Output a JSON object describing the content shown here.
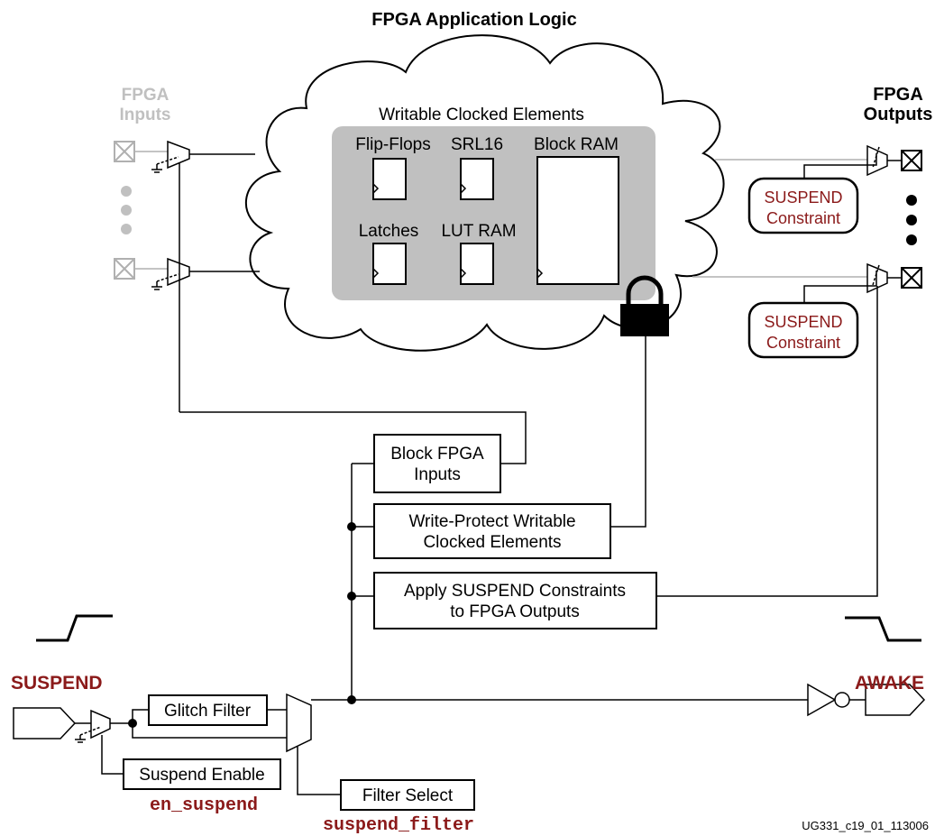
{
  "diagram": {
    "title": "FPGA Application Logic",
    "inputs_label": [
      "FPGA",
      "Inputs"
    ],
    "outputs_label": [
      "FPGA",
      "Outputs"
    ],
    "cloud_region_label": "Writable Clocked Elements",
    "elements": {
      "flip_flops": "Flip-Flops",
      "srl16": "SRL16",
      "block_ram": "Block RAM",
      "latches": "Latches",
      "lut_ram": "LUT RAM"
    },
    "suspend_constraint": [
      "SUSPEND",
      "Constraint"
    ],
    "blocks": {
      "block_inputs": [
        "Block FPGA",
        "Inputs"
      ],
      "write_protect": [
        "Write-Protect Writable",
        "Clocked Elements"
      ],
      "apply_suspend": [
        "Apply SUSPEND Constraints",
        "to FPGA Outputs"
      ],
      "glitch_filter": "Glitch Filter",
      "suspend_enable": "Suspend Enable",
      "filter_select": "Filter Select"
    },
    "signals": {
      "suspend": "SUSPEND",
      "awake": "AWAKE",
      "en_suspend": "en_suspend",
      "suspend_filter": "suspend_filter"
    },
    "figure_id": "UG331_c19_01_113006"
  }
}
